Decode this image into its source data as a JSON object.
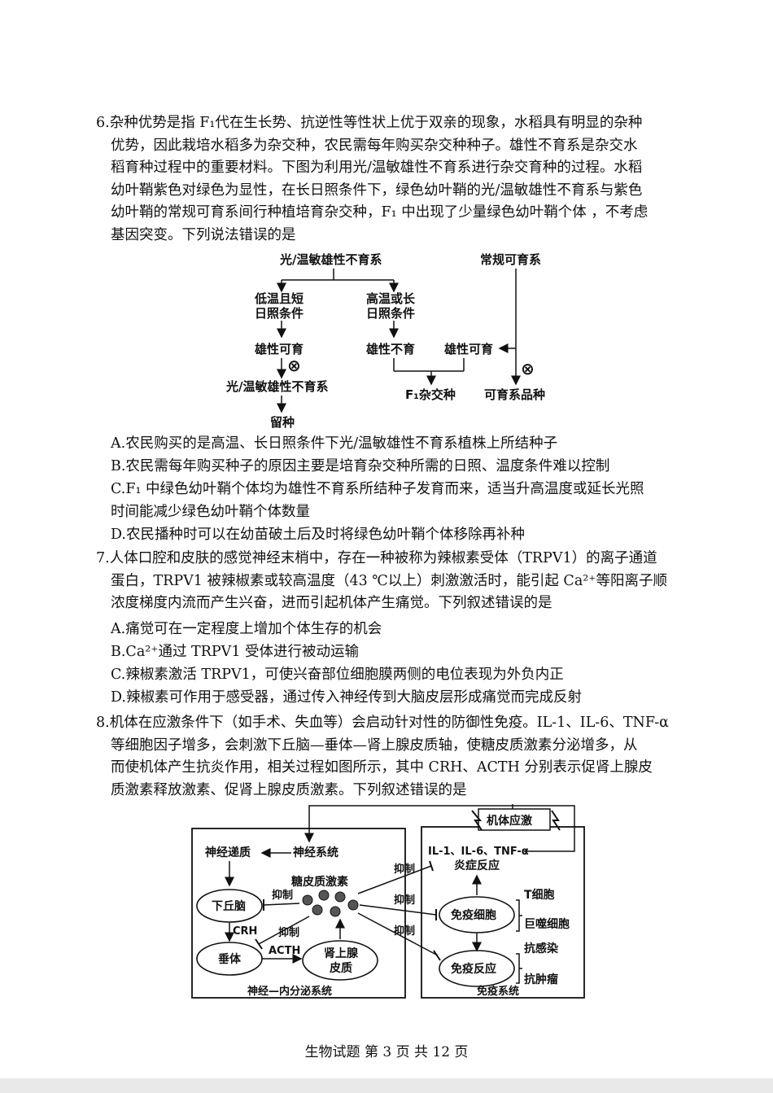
{
  "q6": {
    "lines": [
      "6.杂种优势是指 F₁代在生长势、抗逆性等性状上优于双亲的现象，水稻具有明显的杂种",
      "优势，因此栽培水稻多为杂交种，农民需每年购买杂交种种子。雄性不育系是杂交水",
      "稻育种过程中的重要材料。下图为利用光/温敏雄性不育系进行杂交育种的过程。水稻",
      "幼叶鞘紫色对绿色为显性，在长日照条件下，绿色幼叶鞘的光/温敏雄性不育系与紫色",
      "幼叶鞘的常规可育系间行种植培育杂交种，F₁ 中出现了少量绿色幼叶鞘个体 ，不考虑",
      "基因突变。下列说法错误的是"
    ],
    "diagram": {
      "top_left": "光/温敏雄性不育系",
      "top_right": "常规可育系",
      "low_temp_line1": "低温且短",
      "low_temp_line2": "日照条件",
      "high_temp_line1": "高温或长",
      "high_temp_line2": "日照条件",
      "male_fertile_left": "雄性可育",
      "male_sterile": "雄性不育",
      "male_fertile_right": "雄性可育",
      "self_cross_symbol": "⊗",
      "bottom_left": "光/温敏雄性不育系",
      "f1": "F₁杂交种",
      "fertile_variety": "可育系品种",
      "keep_seed": "留种"
    },
    "options": [
      "A.农民购买的是高温、长日照条件下光/温敏雄性不育系植株上所结种子",
      "B.农民需每年购买种子的原因主要是培育杂交种所需的日照、温度条件难以控制",
      "C.F₁ 中绿色幼叶鞘个体均为雄性不育系所结种子发育而来，适当升高温度或延长光照",
      "时间能减少绿色幼叶鞘个体数量",
      "D.农民播种时可以在幼苗破土后及时将绿色幼叶鞘个体移除再补种"
    ]
  },
  "q7": {
    "lines": [
      "7.人体口腔和皮肤的感觉神经末梢中，存在一种被称为辣椒素受体（TRPV1）的离子通道",
      "蛋白，TRPV1 被辣椒素或较高温度（43 ℃以上）刺激激活时，能引起 Ca²⁺等阳离子顺",
      "浓度梯度内流而产生兴奋，进而引起机体产生痛觉。下列叙述错误的是"
    ],
    "options": [
      "A.痛觉可在一定程度上增加个体生存的机会",
      "B.Ca²⁺通过 TRPV1 受体进行被动运输",
      "C.辣椒素激活 TRPV1，可使兴奋部位细胞膜两侧的电位表现为外负内正",
      "D.辣椒素可作用于感受器，通过传入神经传到大脑皮层形成痛觉而完成反射"
    ]
  },
  "q8": {
    "lines": [
      "8.机体在应激条件下（如手术、失血等）会启动针对性的防御性免疫。IL-1、IL-6、TNF-α",
      "等细胞因子增多，会刺激下丘脑—垂体—肾上腺皮质轴，使糖皮质激素分泌增多，从",
      "而使机体产生抗炎作用，相关过程如图所示，其中 CRH、ACTH 分别表示促肾上腺皮",
      "质激素释放激素、促肾上腺皮质激素。下列叙述错误的是"
    ],
    "diagram": {
      "stress": "机体应激",
      "neurotransmitter": "神经递质",
      "nervous_system": "神经系统",
      "hypothalamus": "下丘脑",
      "pituitary": "垂体",
      "adrenal_line1": "肾上腺",
      "adrenal_line2": "皮质",
      "crh": "CRH",
      "acth": "ACTH",
      "glucocorticoid": "糖皮质激素",
      "inhibit": "抑制",
      "cytokines": "IL-1、IL-6、TNF-α",
      "inflammation": "炎症反应",
      "immune_cells": "免疫细胞",
      "t_cell": "T细胞",
      "macrophage": "巨噬细胞",
      "immune_response": "免疫反应",
      "anti_infection": "抗感染",
      "anti_tumor": "抗肿瘤",
      "neuro_endocrine": "神经—内分泌系统",
      "immune_system": "免疫系统"
    }
  },
  "footer": "生物试题 第 3 页 共 12 页"
}
